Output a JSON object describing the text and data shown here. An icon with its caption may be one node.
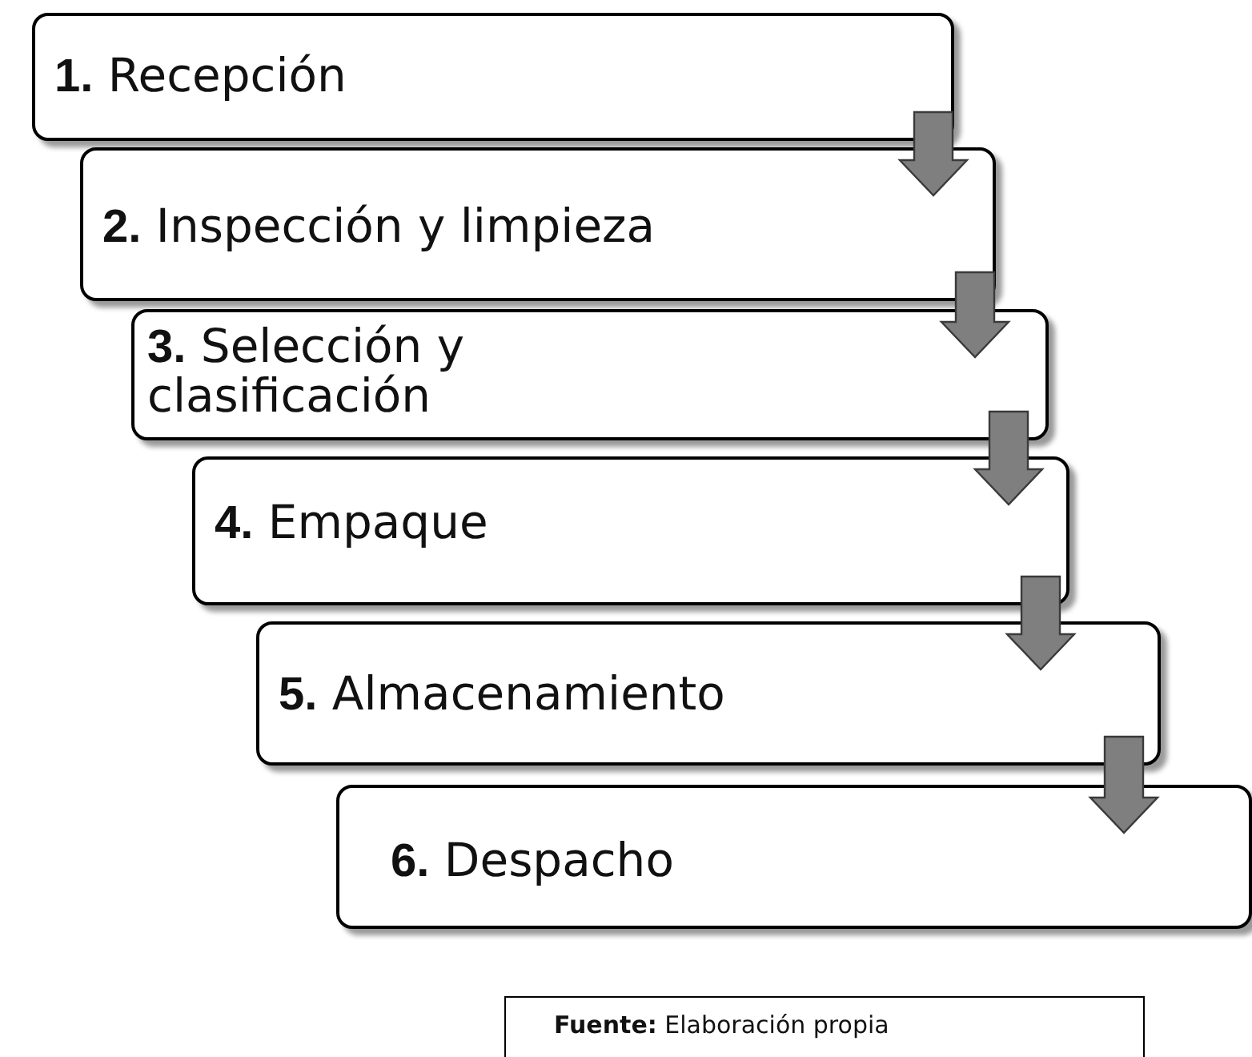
{
  "diagram": {
    "nodes": [
      {
        "text": [
          "**1.** Recepción"
        ]
      },
      {
        "text": [
          "**2.** Inspección y limpieza"
        ]
      },
      {
        "text": [
          "**3.** Selección y clasificación"
        ]
      },
      {
        "text": [
          "**4.** Empaque"
        ]
      },
      {
        "text": [
          "**5.** Almacenamiento"
        ]
      },
      {
        "text": [
          "**6.** Despacho"
        ]
      }
    ],
    "edges": [
      {
        "from": 0,
        "to": 1,
        "arrow": "to"
      },
      {
        "from": 1,
        "to": 2,
        "arrow": "to"
      },
      {
        "from": 2,
        "to": 3,
        "arrow": "to"
      },
      {
        "from": 3,
        "to": 4,
        "arrow": "to"
      },
      {
        "from": 4,
        "to": 5,
        "arrow": "to"
      }
    ],
    "labels": [
      "**Fuente:** Elaboración propia"
    ]
  }
}
